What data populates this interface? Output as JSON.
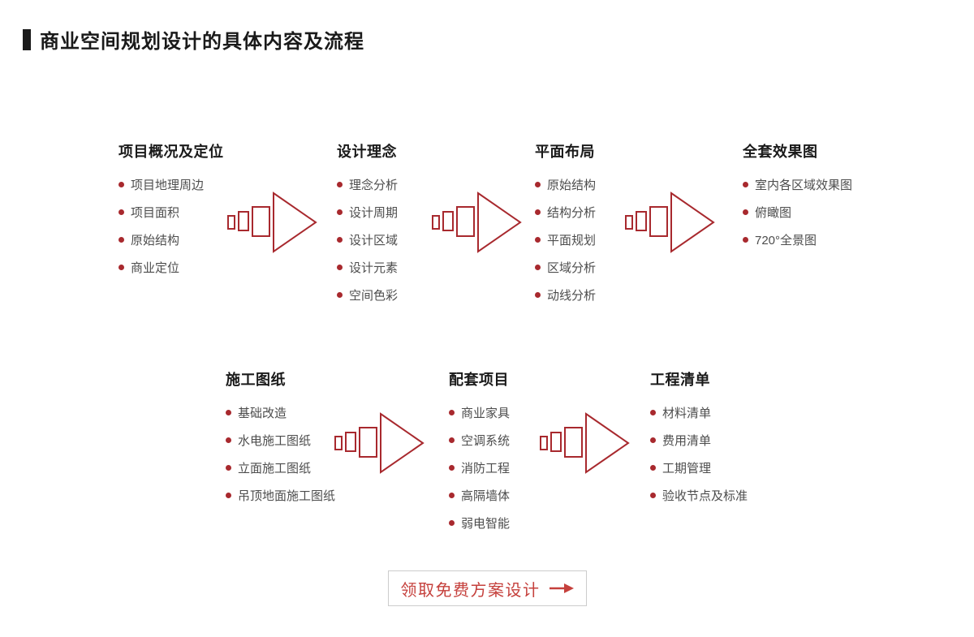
{
  "page_title": "商业空间规划设计的具体内容及流程",
  "colors": {
    "accent_red": "#a8292e",
    "cta_red": "#c5403c",
    "title_black": "#1a1a1a",
    "item_gray": "#4d4d4d",
    "cta_border": "#cccccc"
  },
  "flow": {
    "rows": [
      {
        "groups": [
          {
            "title": "项目概况及定位",
            "items": [
              "项目地理周边",
              "项目面积",
              "原始结构",
              "商业定位"
            ]
          },
          {
            "title": "设计理念",
            "items": [
              "理念分析",
              "设计周期",
              "设计区域",
              "设计元素",
              "空间色彩"
            ]
          },
          {
            "title": "平面布局",
            "items": [
              "原始结构",
              "结构分析",
              "平面规划",
              "区域分析",
              "动线分析"
            ]
          },
          {
            "title": "全套效果图",
            "items": [
              "室内各区域效果图",
              "俯瞰图",
              "720°全景图"
            ]
          }
        ]
      },
      {
        "groups": [
          {
            "title": "施工图纸",
            "items": [
              "基础改造",
              "水电施工图纸",
              "立面施工图纸",
              "吊顶地面施工图纸"
            ]
          },
          {
            "title": "配套项目",
            "items": [
              "商业家具",
              "空调系统",
              "消防工程",
              "高隔墙体",
              "弱电智能"
            ]
          },
          {
            "title": "工程清单",
            "items": [
              "材料清单",
              "费用清单",
              "工期管理",
              "验收节点及标准"
            ]
          }
        ]
      }
    ]
  },
  "cta": {
    "label": "领取免费方案设计"
  }
}
